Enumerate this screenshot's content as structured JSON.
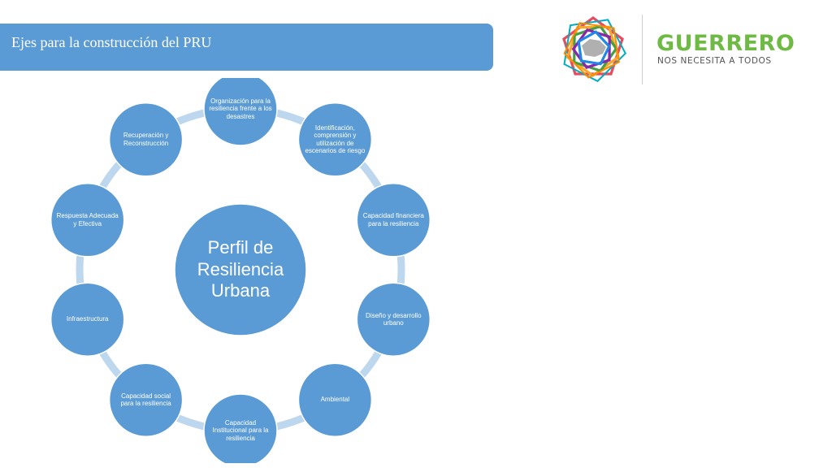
{
  "header": {
    "title": "Ejes para la construcción del PRU"
  },
  "logo": {
    "name": "GUERRERO",
    "tagline": "NOS NECESITA A TODOS"
  },
  "diagram": {
    "center": "Perfil de Resiliencia Urbana",
    "nodes": [
      "Organización para la resiliencia frente a los desastres",
      "Identificación, comprensión y utilización de escenarios de riesgo",
      "Capacidad financiera para la resiliencia",
      "Diseño y desarrollo urbano",
      "Ambiental",
      "Capacidad Institucional para la resiliencia",
      "Capacidad social para la resiliencia",
      "Infraestructura",
      "Respuesta Adecuada y Efectiva",
      "Recuperación y Reconstrucción"
    ]
  },
  "colors": {
    "title_bar": "#5b9bd5",
    "node_fill": "#5b9bd5",
    "ring": "#bdd7ee",
    "brand_green": "#6fba44"
  }
}
